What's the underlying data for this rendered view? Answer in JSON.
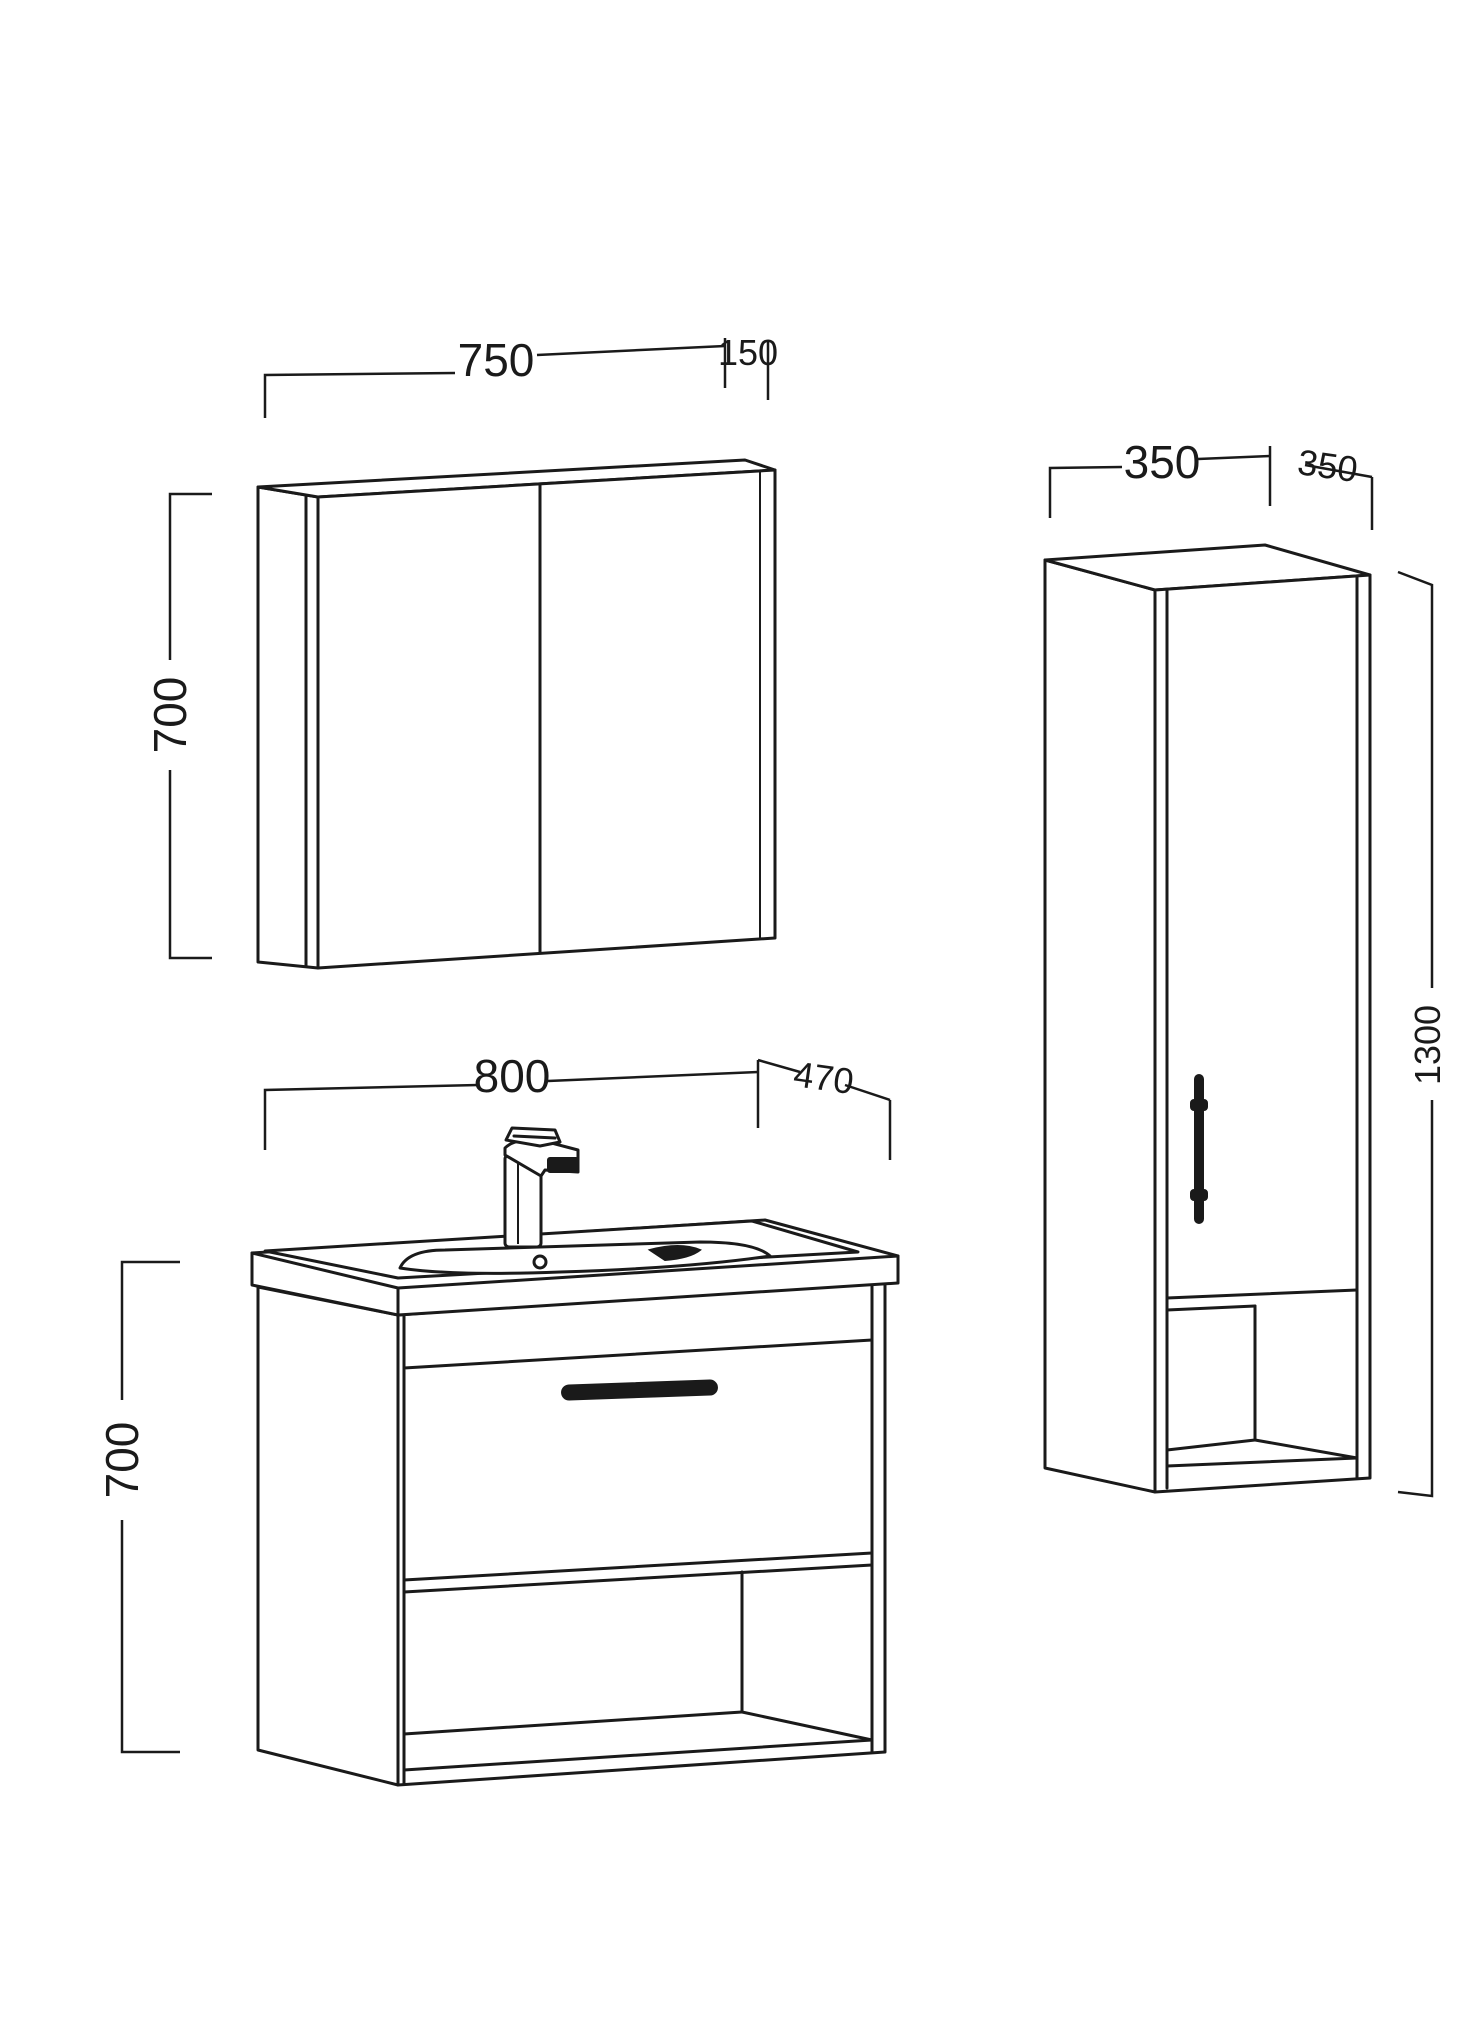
{
  "mirror_cabinet": {
    "width": "750",
    "depth": "150",
    "height": "700"
  },
  "tall_cabinet": {
    "width": "350",
    "depth": "350",
    "height": "1300"
  },
  "vanity_unit": {
    "width": "800",
    "depth": "470",
    "height": "700"
  }
}
